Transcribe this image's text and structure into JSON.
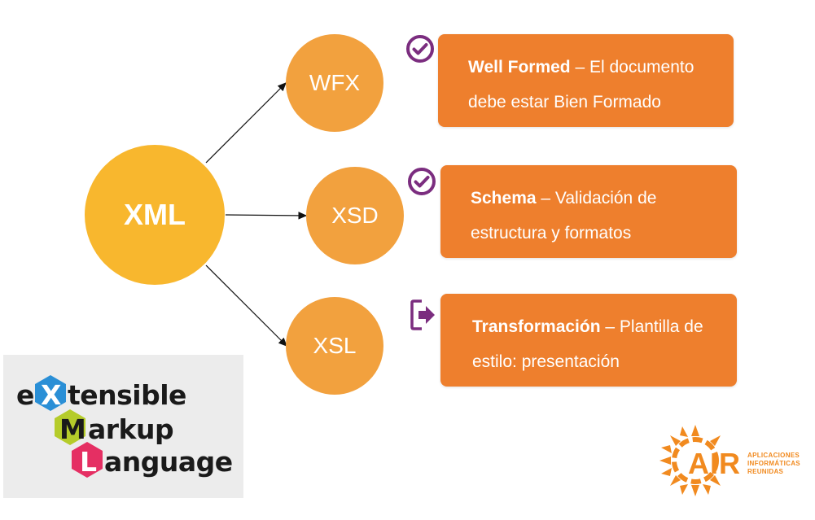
{
  "diagram": {
    "root": "XML",
    "nodes": [
      {
        "label": "WFX",
        "bold": "Well Formed",
        "rest_line1": " – El documento",
        "line2": "debe estar Bien Formado",
        "icon": "check-circle-icon"
      },
      {
        "label": "XSD",
        "bold": "Schema",
        "rest_line1": " – Validación de",
        "line2": "estructura y formatos",
        "icon": "check-circle-icon"
      },
      {
        "label": "XSL",
        "bold": "Transformación",
        "rest_line1": " – Plantilla de",
        "line2": "estilo: presentación",
        "icon": "export-icon"
      }
    ]
  },
  "logo": {
    "line1_prefix": "e",
    "line1_letter": "X",
    "line1_suffix": "tensible",
    "line2_letter": "M",
    "line2_suffix": "arkup",
    "line3_letter": "L",
    "line3_suffix": "anguage"
  },
  "brand": {
    "name": "AIR",
    "line1": "APLICACIONES",
    "line2": "INFORMÁTICAS",
    "line3": "REUNIDAS"
  },
  "colors": {
    "root": "#F8B72E",
    "node": "#F2A13E",
    "box": "#EE7F2D",
    "icon": "#7B2D7F",
    "hex_x": "#2A8FD6",
    "hex_m": "#B5CC2A",
    "hex_l": "#E52F63",
    "brand": "#F18A1F"
  }
}
